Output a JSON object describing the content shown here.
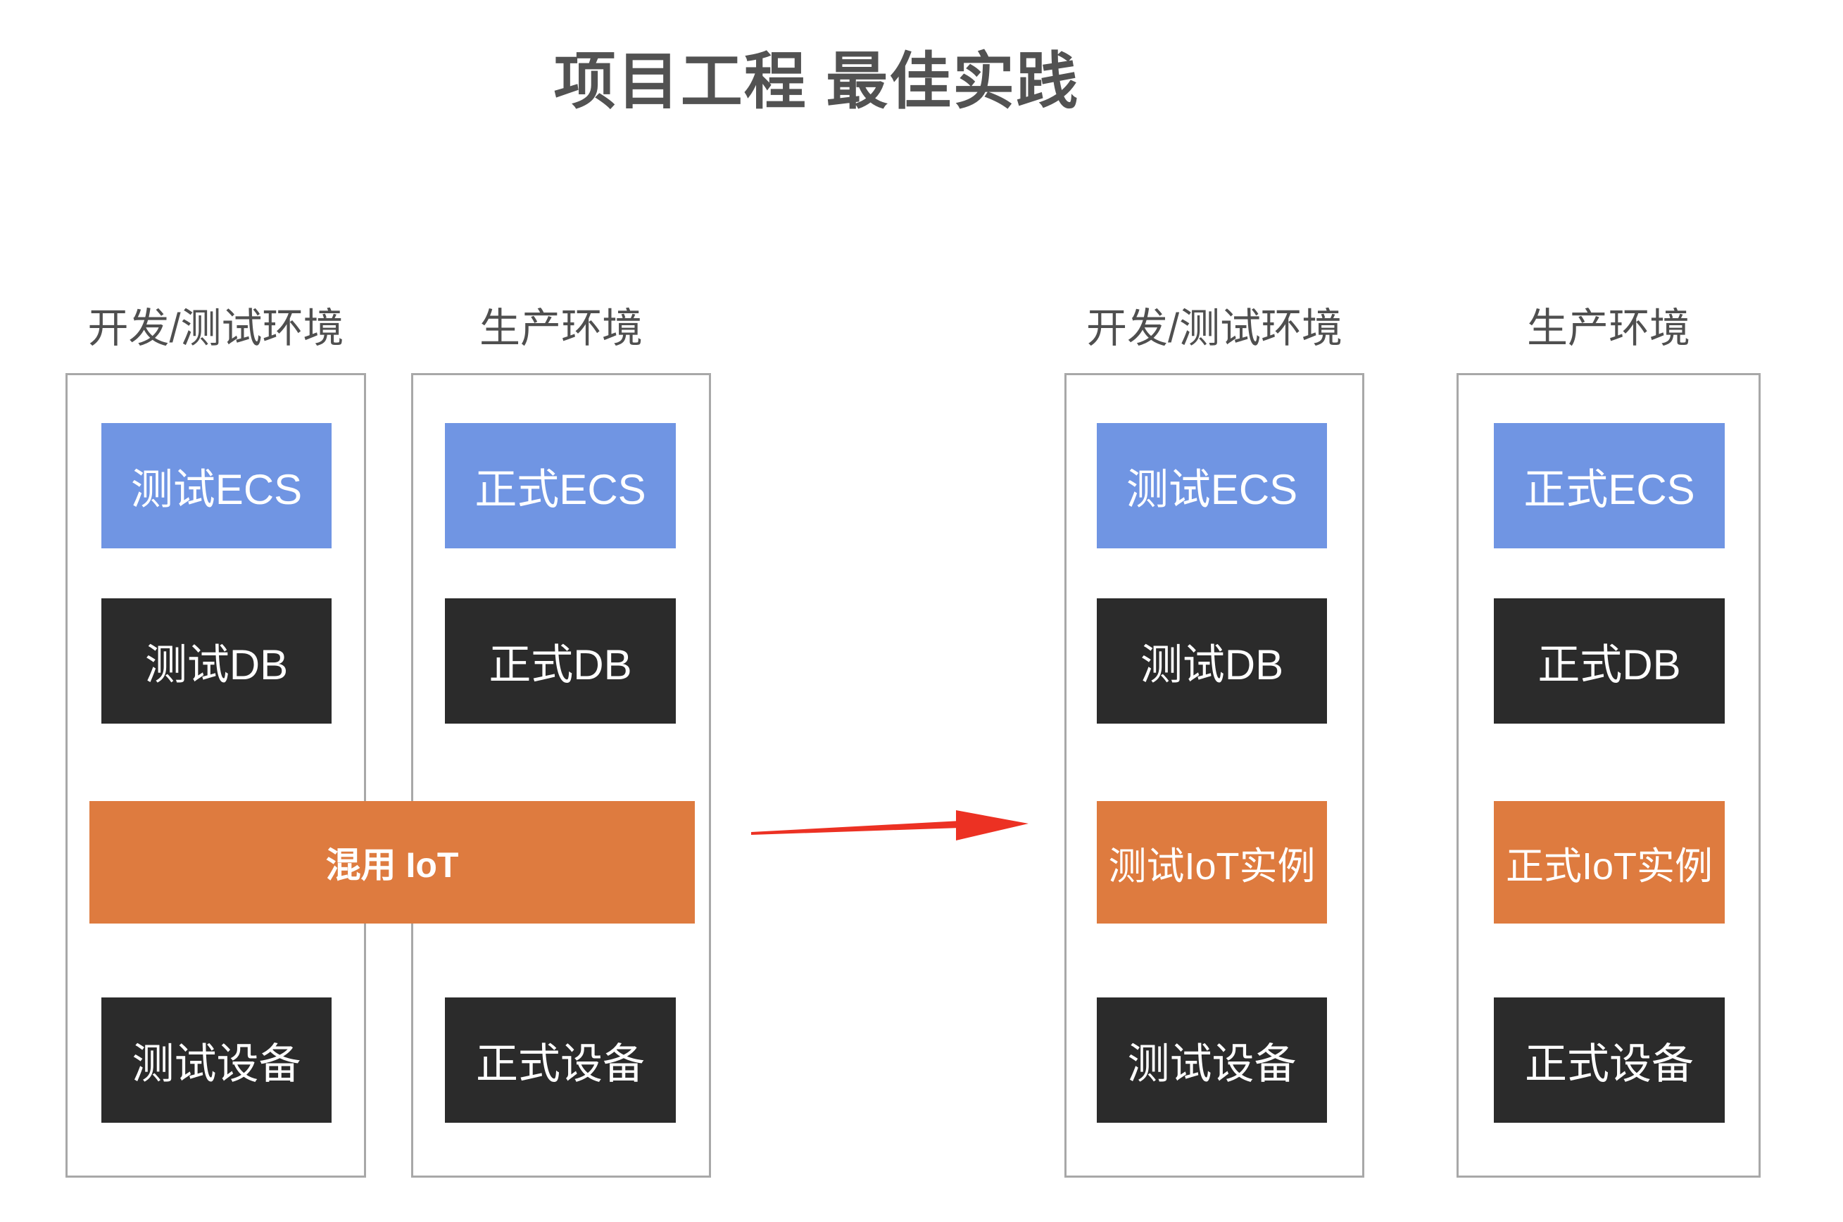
{
  "title": "项目工程 最佳实践",
  "colors": {
    "blue": "#7095E3",
    "dark": "#2B2B2B",
    "orange": "#DE7B3F",
    "red": "#EC3123",
    "frame": "#A8A8A8",
    "heading": "#525252"
  },
  "left_group": {
    "dev_column": {
      "header": "开发/测试环境",
      "boxes": [
        {
          "label": "测试ECS"
        },
        {
          "label": "测试DB"
        },
        {
          "label": "测试设备"
        }
      ]
    },
    "prod_column": {
      "header": "生产环境",
      "boxes": [
        {
          "label": "正式ECS"
        },
        {
          "label": "正式DB"
        },
        {
          "label": "正式设备"
        }
      ]
    },
    "shared_box": {
      "label": "混用 IoT"
    }
  },
  "right_group": {
    "dev_column": {
      "header": "开发/测试环境",
      "boxes": [
        {
          "label": "测试ECS"
        },
        {
          "label": "测试DB"
        },
        {
          "label": "测试IoT实例"
        },
        {
          "label": "测试设备"
        }
      ]
    },
    "prod_column": {
      "header": "生产环境",
      "boxes": [
        {
          "label": "正式ECS"
        },
        {
          "label": "正式DB"
        },
        {
          "label": "正式IoT实例"
        },
        {
          "label": "正式设备"
        }
      ]
    }
  }
}
